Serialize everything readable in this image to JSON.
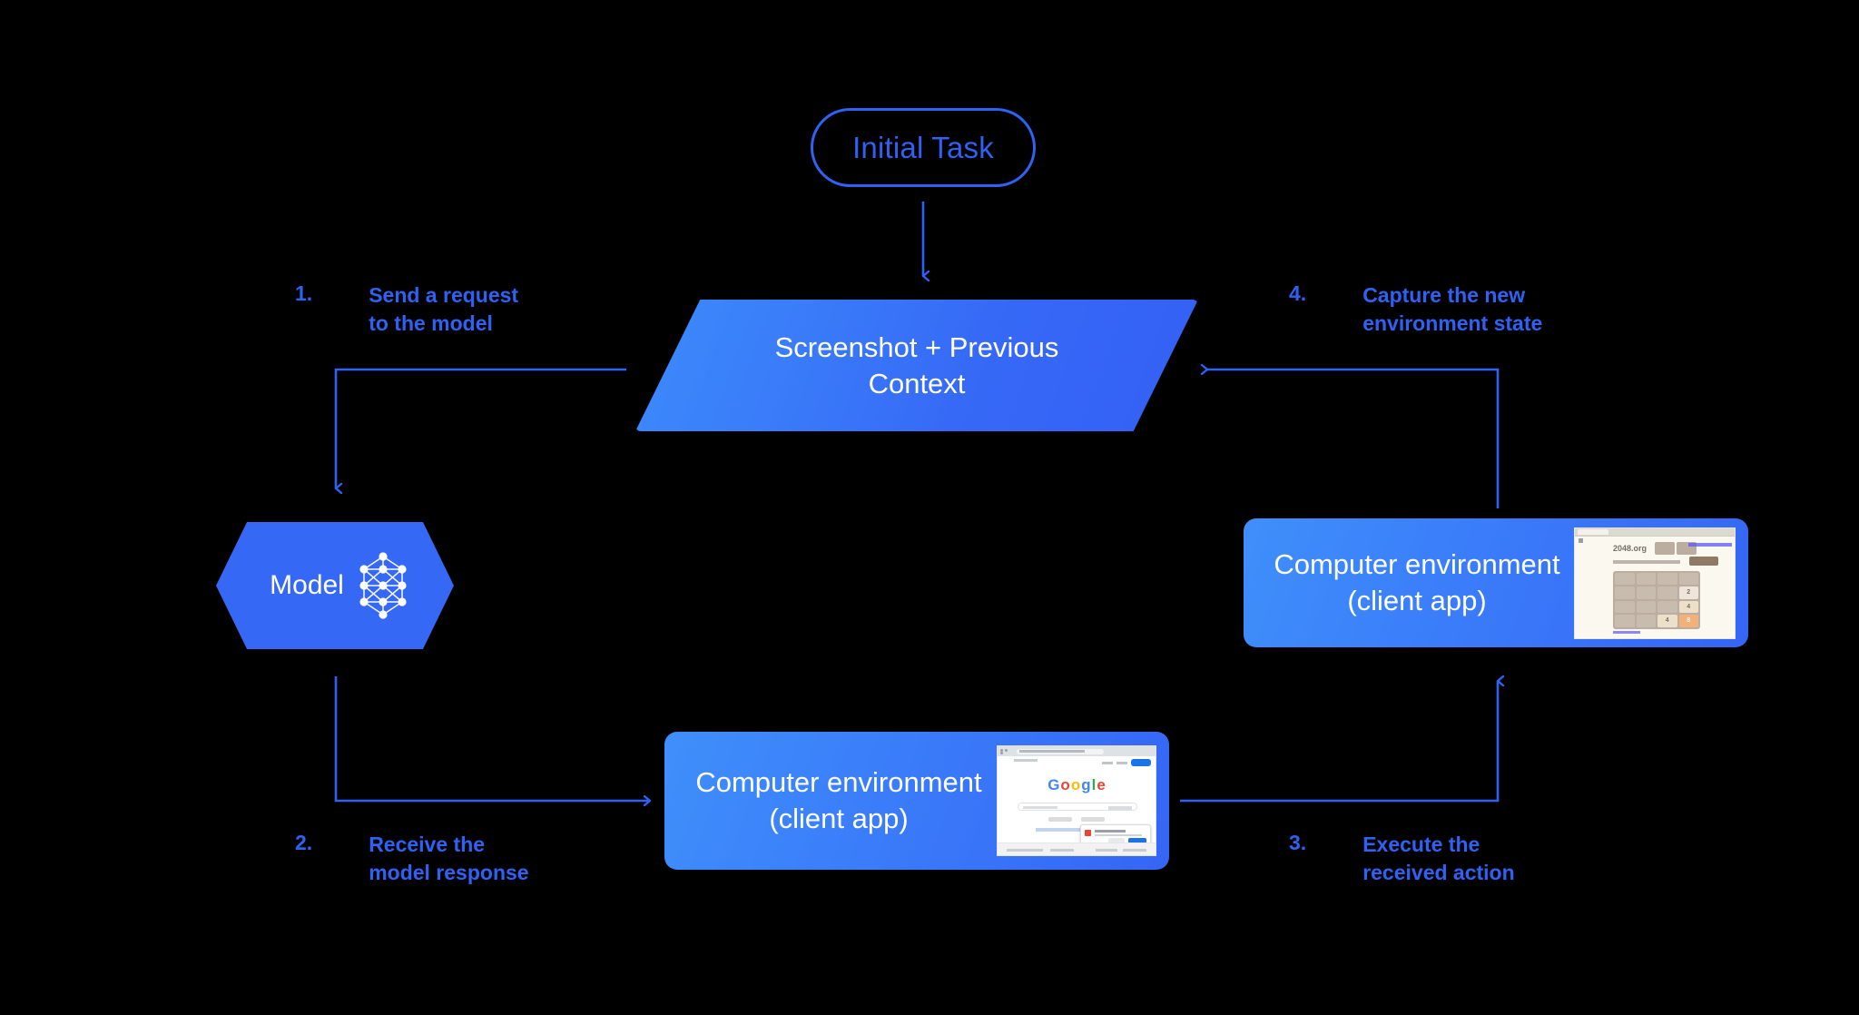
{
  "diagram": {
    "title": "Computer-use agent loop",
    "accent_color": "#2f62f4",
    "node_gradient_from": "#3f8ffb",
    "node_gradient_to": "#3565f6",
    "background_color": "#000000"
  },
  "initial_task": {
    "label": "Initial Task"
  },
  "context_node": {
    "line1": "Screenshot + Previous",
    "line2": "Context"
  },
  "model_node": {
    "label": "Model",
    "icon": "neural-network-icon"
  },
  "env_top": {
    "line1": "Computer environment",
    "line2": "(client app)",
    "thumbnail": "2048-game-screenshot"
  },
  "env_bottom": {
    "line1": "Computer environment",
    "line2": "(client app)",
    "thumbnail": "google-search-screenshot"
  },
  "steps": [
    {
      "num": "1.",
      "text": "Send a request\nto the model"
    },
    {
      "num": "2.",
      "text": "Receive the\nmodel response"
    },
    {
      "num": "3.",
      "text": "Execute the\nreceived action"
    },
    {
      "num": "4.",
      "text": "Capture the new\nenvironment state"
    }
  ],
  "thumb_2048": {
    "site_title": "2048.org",
    "tiles": [
      [
        "",
        "",
        "",
        ""
      ],
      [
        "",
        "",
        "",
        "2"
      ],
      [
        "",
        "",
        "",
        "4"
      ],
      [
        "",
        "",
        "4",
        "8"
      ]
    ]
  },
  "thumb_google": {
    "logo_letters": [
      {
        "ch": "G",
        "color": "#4285f4"
      },
      {
        "ch": "o",
        "color": "#ea4335"
      },
      {
        "ch": "o",
        "color": "#fbbc05"
      },
      {
        "ch": "g",
        "color": "#4285f4"
      },
      {
        "ch": "l",
        "color": "#34a853"
      },
      {
        "ch": "e",
        "color": "#ea4335"
      }
    ]
  }
}
